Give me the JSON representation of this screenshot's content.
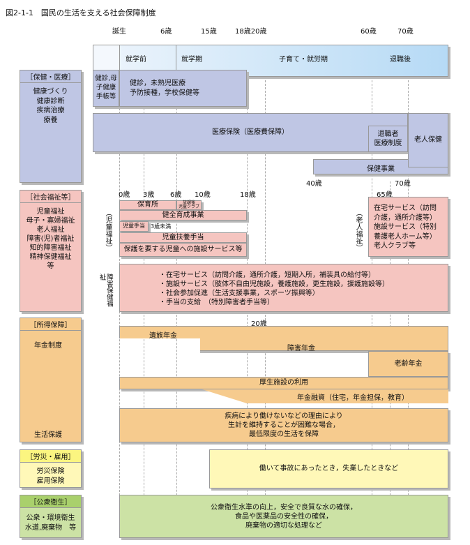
{
  "title": "図2-1-1　国民の生活を支える社会保障制度",
  "ages_top": [
    "誕生",
    "6歳",
    "15歳",
    "18歳20歳",
    "60歳",
    "70歳"
  ],
  "stages": [
    "就学前",
    "就学期",
    "子育て・就労期",
    "退職後"
  ],
  "health": {
    "header": "［保健・医療］",
    "body": "健康づくり\n健康診断\n疾病治療\n療養",
    "checkup_infant": "健診,母\n子健康\n手帳等",
    "checkup": "健診，未熟児医療\n予防接種，学校保健等",
    "insurance": "医療保険（医療費保障）",
    "retiree": "退職者\n医療制度",
    "elderly": "老人保健",
    "health_program": "保健事業",
    "age40": "40歳",
    "age70": "70歳"
  },
  "welfare": {
    "header": "［社会福祉等］",
    "body": "児童福祉\n母子・寡婦福祉\n老人福祉\n障害(児)者福祉\n知的障害福祉\n精神保健福祉\n等",
    "ages": [
      "0歳",
      "3歳",
      "6歳",
      "10歳",
      "18歳",
      "65歳"
    ],
    "child_label": "（児童福祉）",
    "nursery": "保育所",
    "afterschool": "放課後\n児童クラブ",
    "healthy_growth": "健全育成事業",
    "child_allowance": "児童手当",
    "under3": "3歳未満",
    "child_support": "児童扶養手当",
    "child_facility": "保護を要する児童への施設サービス等",
    "elderly_label": "（老人福祉）",
    "elderly_services": "在宅サービス（訪問\n介護，通所介護等）\n施設サービス（特別\n養護老人ホーム等）\n老人クラブ等",
    "disability_label": "障害保健福祉",
    "disability_services": "・在宅サービス（訪問介護，通所介護，短期入所，補装具の給付等）\n・施設サービス（肢体不自由児施設，養護施設，更生施設，援護施設等）\n・社会参加促進（生活支援事業，スポーツ振興等）\n・手当の支給　（特別障害者手当等）"
  },
  "income": {
    "header": "［所得保障］",
    "pension": "年金制度",
    "livelihood": "生活保護",
    "age20": "20歳",
    "survivor": "遺族年金",
    "disability": "障害年金",
    "old_age": "老齢年金",
    "welfare_facility": "厚生施設の利用",
    "loans": "年金融資（住宅，年金担保，教育）",
    "assistance": "疾病により働けないなどの理由により\n生計を維持することが困難な場合，\n最低限度の生活を保障"
  },
  "labor": {
    "header": "［労災・雇用］",
    "body": "労災保険\n雇用保険",
    "desc": "働いて事故にあったとき，失業したときなど"
  },
  "public_health": {
    "header": "［公衆衛生］",
    "body": "公衆・環境衛生\n水道,廃棄物　等",
    "desc": "公衆衛生水準の向上，安全で良質な水の確保，\n食品や医薬品の安全性の確保，\n廃棄物の適切な処理など"
  }
}
